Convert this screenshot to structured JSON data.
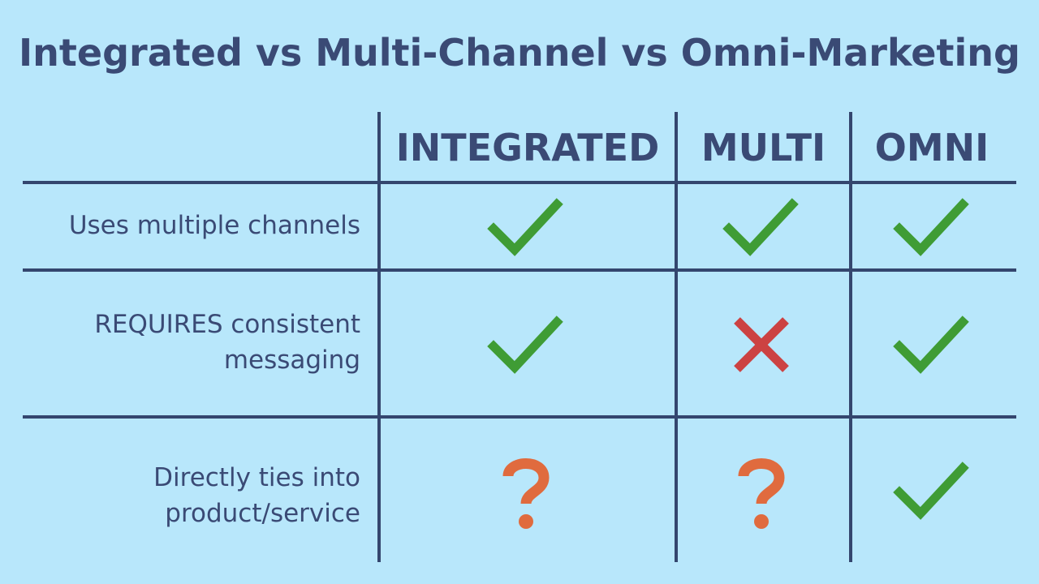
{
  "title": "Integrated vs Multi-Channel vs Omni-Marketing",
  "columns": [
    "INTEGRATED",
    "MULTI",
    "OMNI"
  ],
  "rows": [
    {
      "label": "Uses multiple channels",
      "values": [
        "check-icon",
        "check-icon",
        "check-icon"
      ]
    },
    {
      "label": "REQUIRES consistent messaging",
      "values": [
        "check-icon",
        "cross-icon",
        "check-icon"
      ]
    },
    {
      "label": "Directly ties into product/service",
      "values": [
        "question-icon",
        "question-icon",
        "check-icon"
      ]
    }
  ],
  "colors": {
    "background": "#b8e7fb",
    "text": "#3a4a75",
    "lines": "#34466e",
    "check": "#3f9c35",
    "cross": "#cc4242",
    "question": "#e06b3e"
  }
}
